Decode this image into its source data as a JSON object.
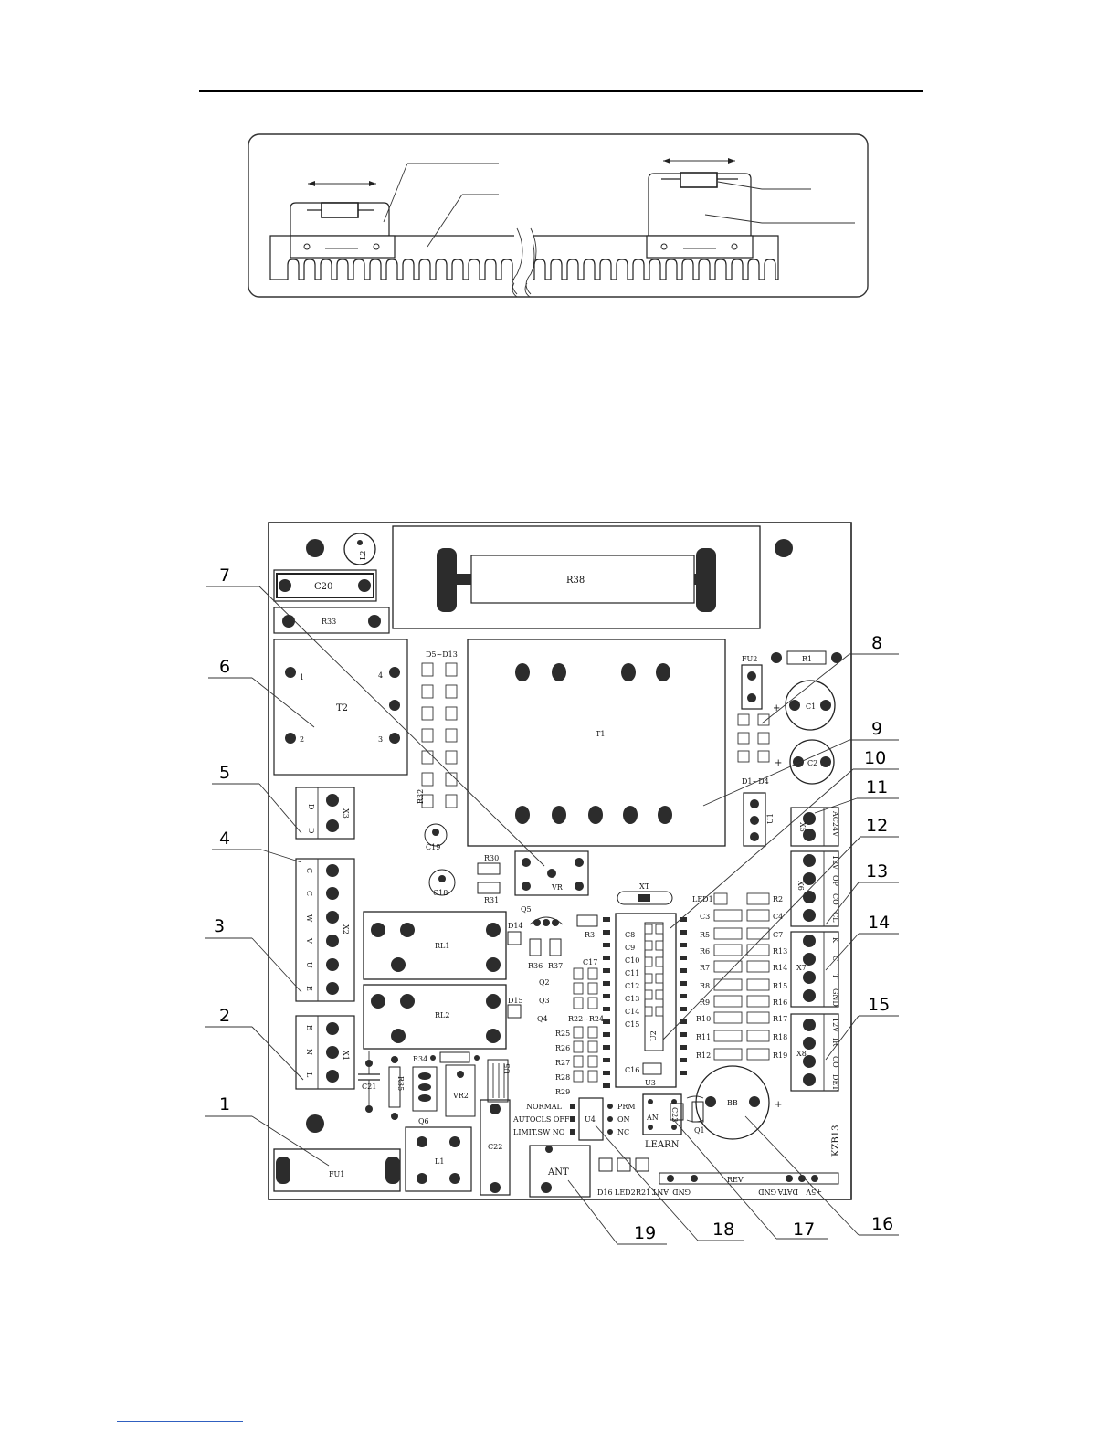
{
  "board": {
    "components": {
      "L2": "L2",
      "C20": "C20",
      "R33": "R33",
      "R38": "R38",
      "T2": "T2",
      "T2_pin1": "1",
      "T2_pin2": "2",
      "T2_pin3": "3",
      "T2_pin4": "4",
      "D5_D13": "D5~D13",
      "R32": "R32",
      "T1": "T1",
      "FU2": "FU2",
      "R1": "R1",
      "C1": "C1",
      "C2": "C2",
      "D1_D4": "D1~D4",
      "U1": "U1",
      "C19": "C19",
      "C18": "C18",
      "R30": "R30",
      "R31": "R31",
      "VR": "VR",
      "XT": "XT",
      "Q5": "Q5",
      "R3": "R3",
      "RL1": "RL1",
      "RL2": "RL2",
      "D14": "D14",
      "D15": "D15",
      "R36": "R36",
      "R37": "R37",
      "C17": "C17",
      "Q2": "Q2",
      "Q3": "Q3",
      "Q4": "Q4",
      "R22_R24": "R22~R24",
      "R25": "R25",
      "R26": "R26",
      "R27": "R27",
      "R28": "R28",
      "R29": "R29",
      "C8": "C8",
      "C9": "C9",
      "C10": "C10",
      "C11": "C11",
      "C12": "C12",
      "C13": "C13",
      "C14": "C14",
      "C15": "C15",
      "U2": "U2",
      "C16": "C16",
      "U3": "U3",
      "LED1": "LED1",
      "C3": "C3",
      "R5": "R5",
      "R6": "R6",
      "R7": "R7",
      "R8": "R8",
      "R9": "R9",
      "R10": "R10",
      "R11": "R11",
      "R12": "R12",
      "R2": "R2",
      "C4": "C4",
      "C7": "C7",
      "R13": "R13",
      "R14": "R14",
      "R15": "R15",
      "R16": "R16",
      "R17": "R17",
      "R18": "R18",
      "R19": "R19",
      "R34": "R34",
      "R35": "R35",
      "C21": "C21",
      "Q6": "Q6",
      "VR2": "VR2",
      "U5": "U5",
      "C22": "C22",
      "L1": "L1",
      "FU1": "FU1",
      "ANT": "ANT",
      "U4": "U4",
      "AN": "AN",
      "LEARN": "LEARN",
      "Q1": "Q1",
      "C23": "C23",
      "BB": "BB",
      "D16": "D16",
      "LED2": "LED2",
      "R21": "R21",
      "model": "KZB13"
    },
    "terminals": {
      "X1": {
        "name": "X1",
        "pins": [
          "E",
          "N",
          "L"
        ]
      },
      "X2": {
        "name": "X2",
        "pins": [
          "C",
          "C",
          "W",
          "V",
          "U",
          "E"
        ]
      },
      "X3": {
        "name": "X3",
        "pins": [
          "D",
          "D"
        ]
      },
      "X5": {
        "name": "X5",
        "pins": [
          "AC24V"
        ]
      },
      "X6": {
        "name": "X6",
        "pins": [
          "12V",
          "OP",
          "CO",
          "CL"
        ]
      },
      "X7": {
        "name": "X7",
        "pins": [
          "K",
          "C",
          "T",
          "GND"
        ]
      },
      "X8": {
        "name": "X8",
        "pins": [
          "12V",
          "IR",
          "CO",
          "DET"
        ]
      }
    },
    "switch_rows": [
      {
        "left": "NORMAL",
        "right": "PRM"
      },
      {
        "left": "AUTOCLS OFF",
        "right": "ON"
      },
      {
        "left": "LIMIT.SW NO",
        "right": "NC"
      }
    ],
    "rev_connector": {
      "label": "REV",
      "pins_left": [
        "ANT",
        "GND"
      ],
      "pins_right": [
        "GND",
        "DATA",
        "+5V"
      ]
    }
  },
  "callouts": [
    "1",
    "2",
    "3",
    "4",
    "5",
    "6",
    "7",
    "8",
    "9",
    "10",
    "11",
    "12",
    "13",
    "14",
    "15",
    "16",
    "17",
    "18",
    "19"
  ]
}
